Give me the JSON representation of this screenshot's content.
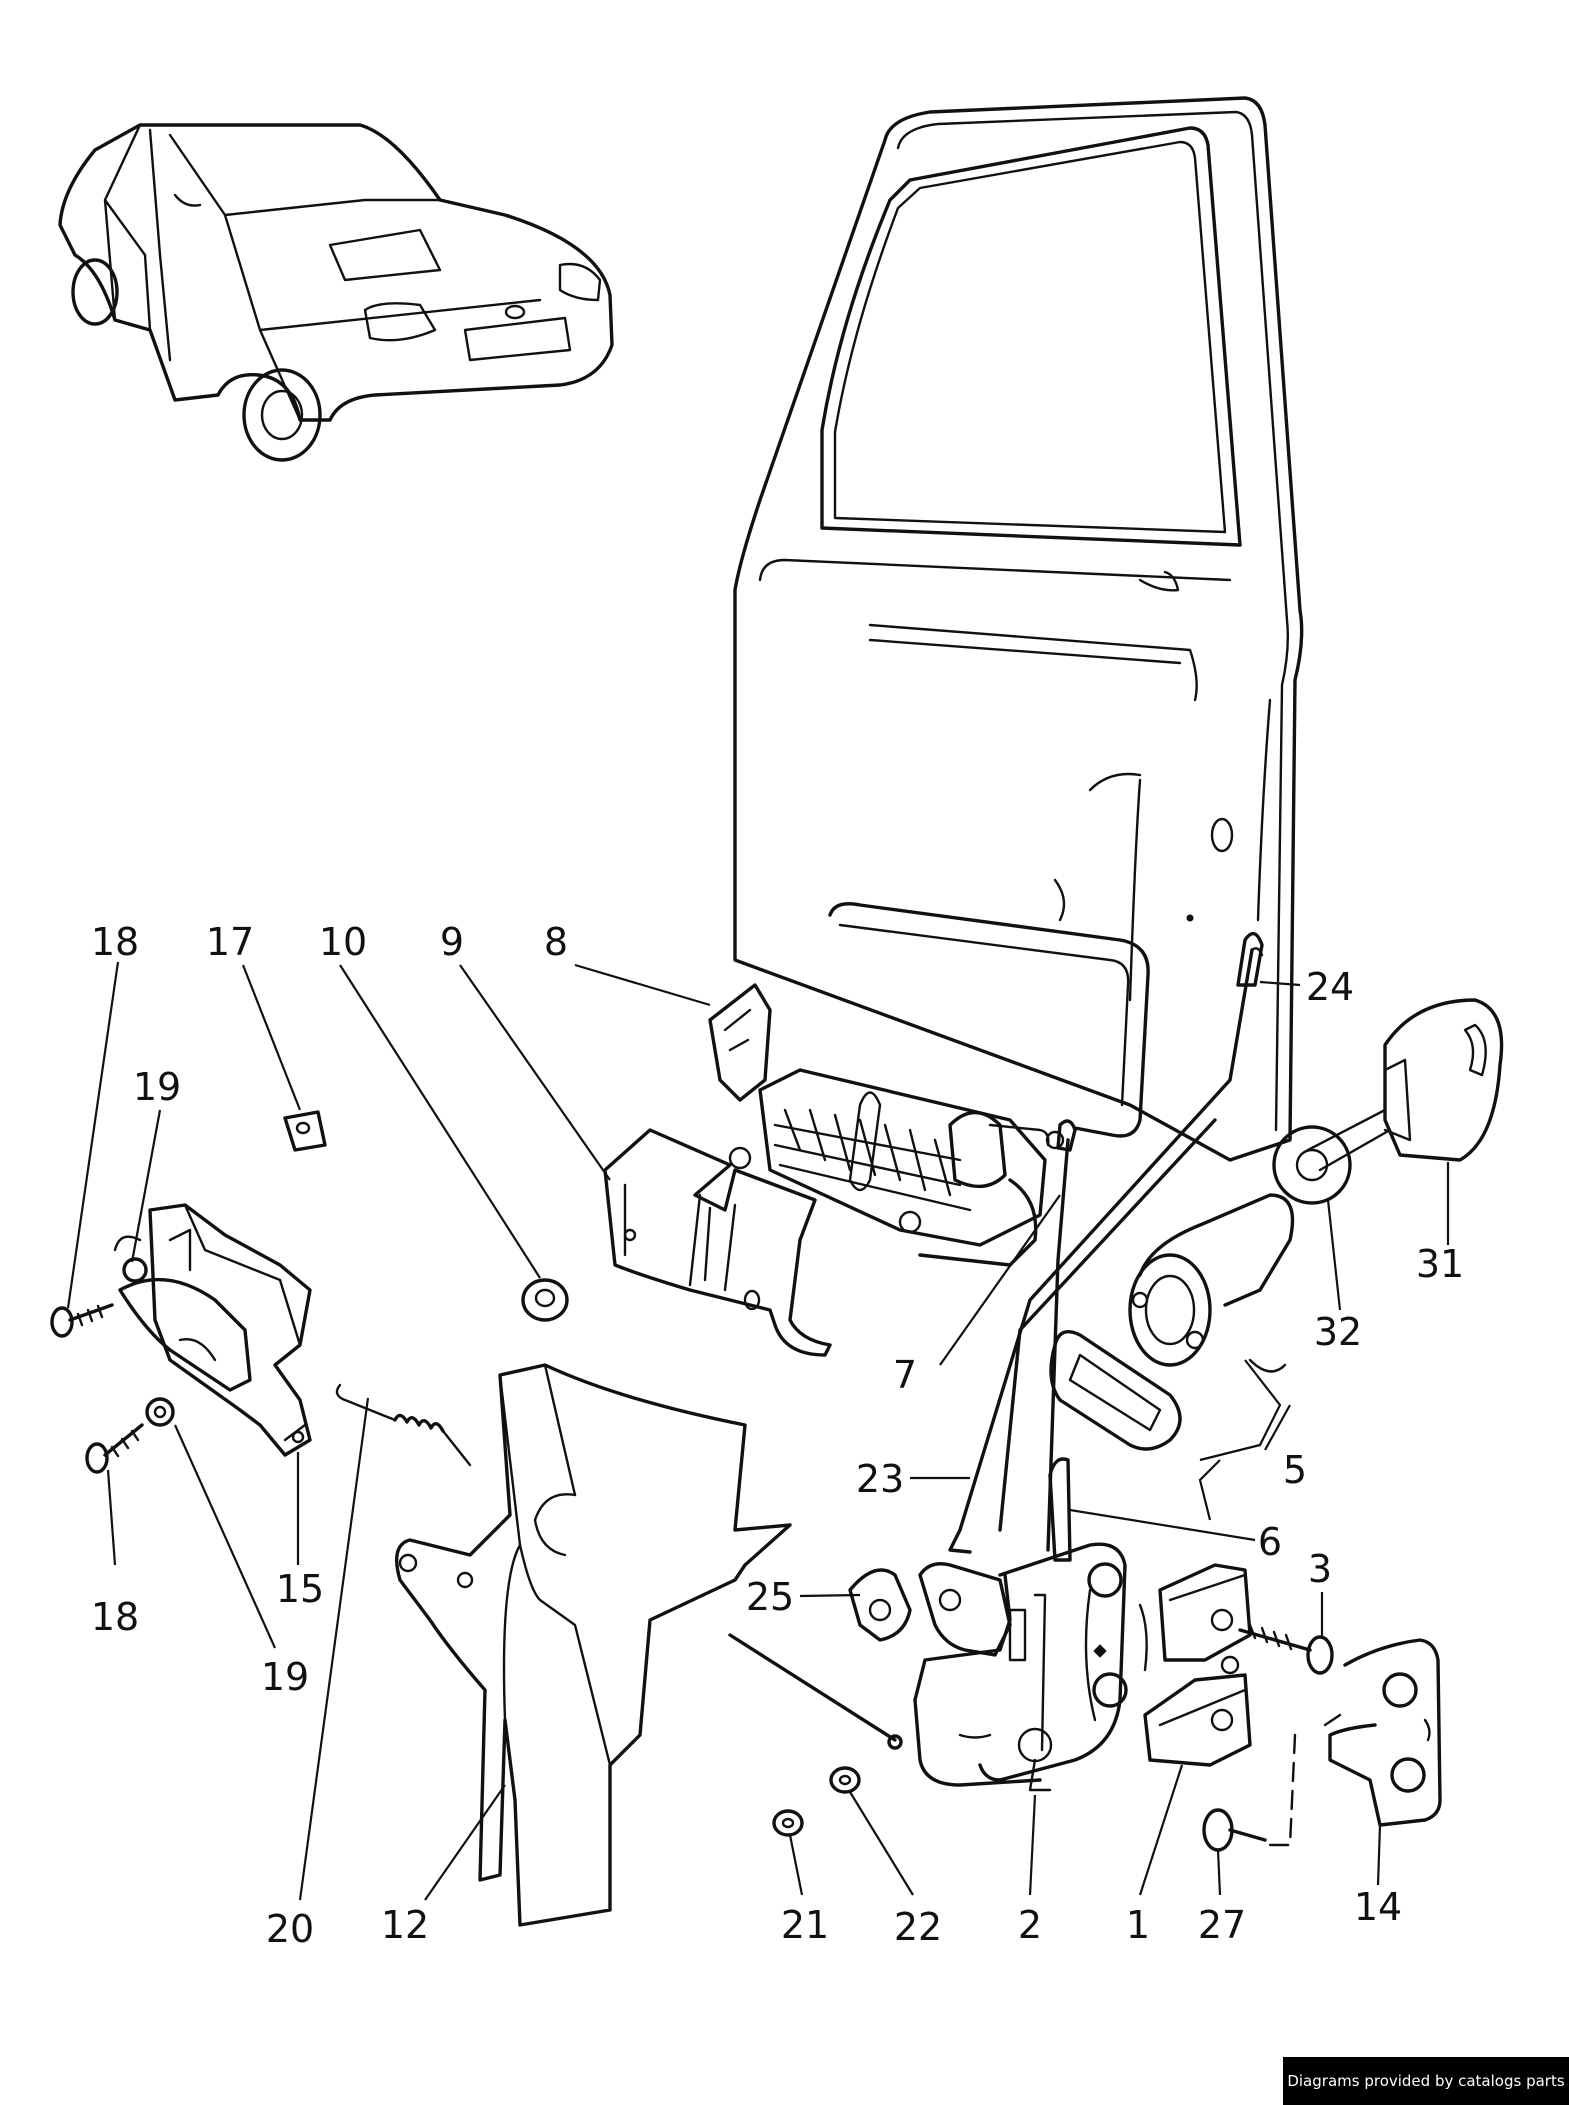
{
  "diagram": {
    "callouts": [
      {
        "id": "c18a",
        "label": "18"
      },
      {
        "id": "c17",
        "label": "17"
      },
      {
        "id": "c10",
        "label": "10"
      },
      {
        "id": "c9",
        "label": "9"
      },
      {
        "id": "c8",
        "label": "8"
      },
      {
        "id": "c24",
        "label": "24"
      },
      {
        "id": "c19a",
        "label": "19"
      },
      {
        "id": "c31",
        "label": "31"
      },
      {
        "id": "c32",
        "label": "32"
      },
      {
        "id": "c7",
        "label": "7"
      },
      {
        "id": "c5",
        "label": "5"
      },
      {
        "id": "c23",
        "label": "23"
      },
      {
        "id": "c6",
        "label": "6"
      },
      {
        "id": "c3",
        "label": "3"
      },
      {
        "id": "c15",
        "label": "15"
      },
      {
        "id": "c18b",
        "label": "18"
      },
      {
        "id": "c25",
        "label": "25"
      },
      {
        "id": "c19b",
        "label": "19"
      },
      {
        "id": "c20",
        "label": "20"
      },
      {
        "id": "c12",
        "label": "12"
      },
      {
        "id": "c21",
        "label": "21"
      },
      {
        "id": "c22",
        "label": "22"
      },
      {
        "id": "c2",
        "label": "2"
      },
      {
        "id": "c1",
        "label": "1"
      },
      {
        "id": "c27",
        "label": "27"
      },
      {
        "id": "c14",
        "label": "14"
      }
    ]
  },
  "credit": "Diagrams provided by catalogs parts"
}
